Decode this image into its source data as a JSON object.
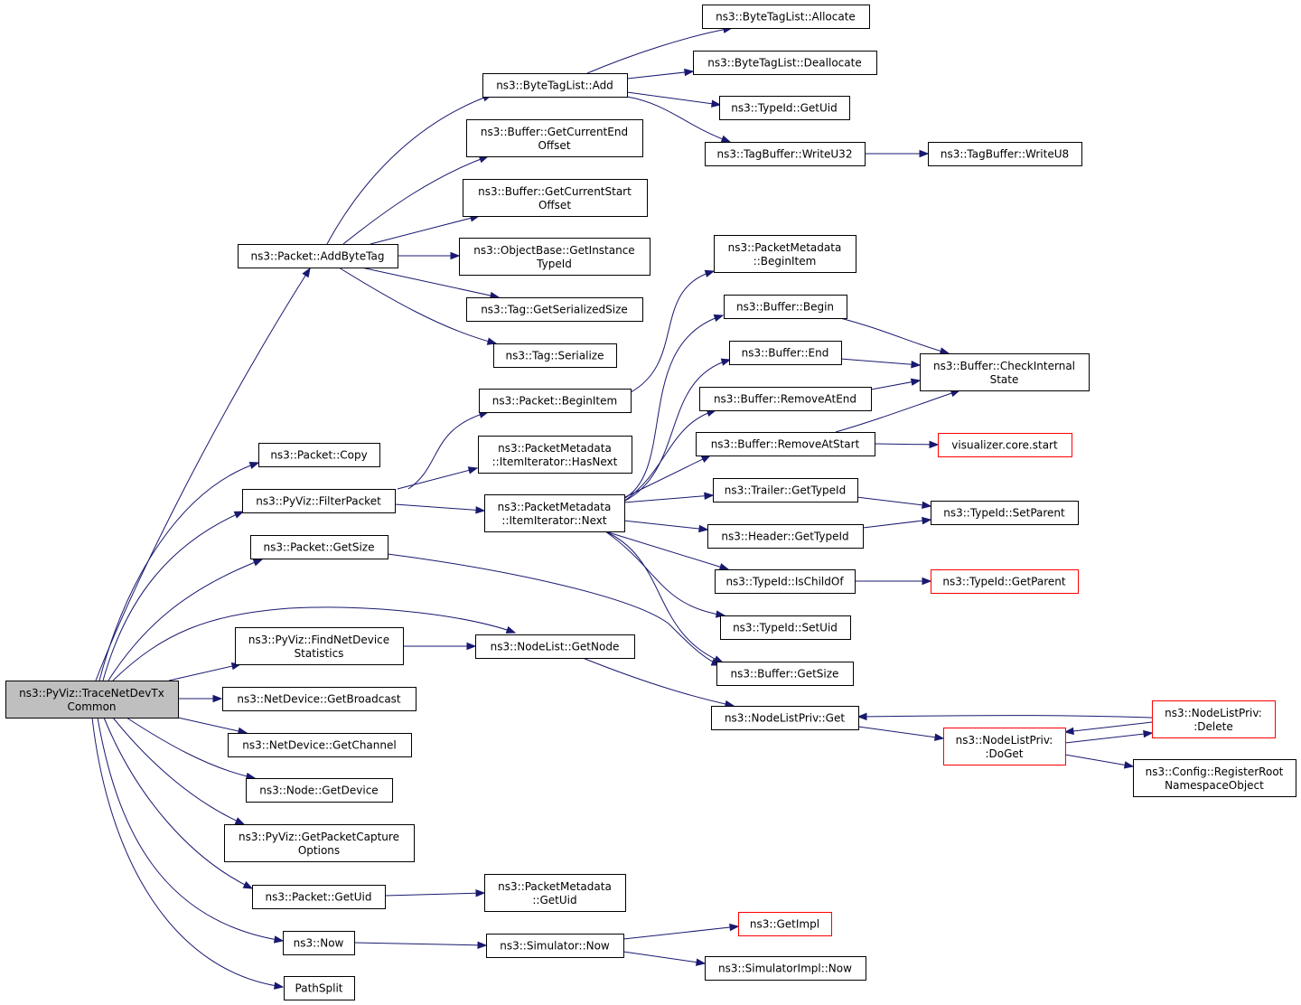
{
  "nodes": {
    "root": [
      "ns3::PyViz::TraceNetDevTx",
      "Common"
    ],
    "addbytetag": [
      "ns3::Packet::AddByteTag"
    ],
    "copy": [
      "ns3::Packet::Copy"
    ],
    "filterpacket": [
      "ns3::PyViz::FilterPacket"
    ],
    "pkt_getsize": [
      "ns3::Packet::GetSize"
    ],
    "findnetdev": [
      "ns3::PyViz::FindNetDevice",
      "Statistics"
    ],
    "getbroadcast": [
      "ns3::NetDevice::GetBroadcast"
    ],
    "getchannel": [
      "ns3::NetDevice::GetChannel"
    ],
    "getdevice": [
      "ns3::Node::GetDevice"
    ],
    "getcaptureopts": [
      "ns3::PyViz::GetPacketCapture",
      "Options"
    ],
    "pkt_getuid": [
      "ns3::Packet::GetUid"
    ],
    "now": [
      "ns3::Now"
    ],
    "pathsplit": [
      "PathSplit"
    ],
    "btl_add": [
      "ns3::ByteTagList::Add"
    ],
    "buf_curend": [
      "ns3::Buffer::GetCurrentEnd",
      "Offset"
    ],
    "buf_curstart": [
      "ns3::Buffer::GetCurrentStart",
      "Offset"
    ],
    "ob_getinstance": [
      "ns3::ObjectBase::GetInstance",
      "TypeId"
    ],
    "tag_sersize": [
      "ns3::Tag::GetSerializedSize"
    ],
    "tag_serialize": [
      "ns3::Tag::Serialize"
    ],
    "pkt_beginitem": [
      "ns3::Packet::BeginItem"
    ],
    "pm_hasnext": [
      "ns3::PacketMetadata",
      "::ItemIterator::HasNext"
    ],
    "pm_next": [
      "ns3::PacketMetadata",
      "::ItemIterator::Next"
    ],
    "nl_getnode": [
      "ns3::NodeList::GetNode"
    ],
    "pm_getuid": [
      "ns3::PacketMetadata",
      "::GetUid"
    ],
    "sim_now": [
      "ns3::Simulator::Now"
    ],
    "btl_allocate": [
      "ns3::ByteTagList::Allocate"
    ],
    "btl_deallocate": [
      "ns3::ByteTagList::Deallocate"
    ],
    "typeid_getuid": [
      "ns3::TypeId::GetUid"
    ],
    "tb_writeu32": [
      "ns3::TagBuffer::WriteU32"
    ],
    "pm_beginitem": [
      "ns3::PacketMetadata",
      "::BeginItem"
    ],
    "buf_begin": [
      "ns3::Buffer::Begin"
    ],
    "buf_end": [
      "ns3::Buffer::End"
    ],
    "buf_removeatend": [
      "ns3::Buffer::RemoveAtEnd"
    ],
    "buf_removeatstart": [
      "ns3::Buffer::RemoveAtStart"
    ],
    "trailer_gettypeid": [
      "ns3::Trailer::GetTypeId"
    ],
    "header_gettypeid": [
      "ns3::Header::GetTypeId"
    ],
    "typeid_ischildof": [
      "ns3::TypeId::IsChildOf"
    ],
    "typeid_setuid": [
      "ns3::TypeId::SetUid"
    ],
    "buf_getsize": [
      "ns3::Buffer::GetSize"
    ],
    "nlp_get": [
      "ns3::NodeListPriv::Get"
    ],
    "getimpl": [
      "ns3::GetImpl"
    ],
    "simimpl_now": [
      "ns3::SimulatorImpl::Now"
    ],
    "tb_writeu8": [
      "ns3::TagBuffer::WriteU8"
    ],
    "buf_checkinternal": [
      "ns3::Buffer::CheckInternal",
      "State"
    ],
    "viz_core_start": [
      "visualizer.core.start"
    ],
    "typeid_setparent": [
      "ns3::TypeId::SetParent"
    ],
    "typeid_getparent": [
      "ns3::TypeId::GetParent"
    ],
    "nlp_doget": [
      "ns3::NodeListPriv:",
      ":DoGet"
    ],
    "nlp_delete": [
      "ns3::NodeListPriv:",
      ":Delete"
    ],
    "config_register": [
      "ns3::Config::RegisterRoot",
      "NamespaceObject"
    ]
  },
  "edges": [
    [
      "root",
      "addbytetag"
    ],
    [
      "root",
      "copy"
    ],
    [
      "root",
      "filterpacket"
    ],
    [
      "root",
      "pkt_getsize"
    ],
    [
      "root",
      "nl_getnode"
    ],
    [
      "root",
      "findnetdev"
    ],
    [
      "root",
      "getbroadcast"
    ],
    [
      "root",
      "getchannel"
    ],
    [
      "root",
      "getdevice"
    ],
    [
      "root",
      "getcaptureopts"
    ],
    [
      "root",
      "pkt_getuid"
    ],
    [
      "root",
      "now"
    ],
    [
      "root",
      "pathsplit"
    ],
    [
      "addbytetag",
      "btl_add"
    ],
    [
      "addbytetag",
      "buf_curend"
    ],
    [
      "addbytetag",
      "buf_curstart"
    ],
    [
      "addbytetag",
      "ob_getinstance"
    ],
    [
      "addbytetag",
      "tag_sersize"
    ],
    [
      "addbytetag",
      "tag_serialize"
    ],
    [
      "btl_add",
      "btl_allocate"
    ],
    [
      "btl_add",
      "btl_deallocate"
    ],
    [
      "btl_add",
      "typeid_getuid"
    ],
    [
      "btl_add",
      "tb_writeu32"
    ],
    [
      "tb_writeu32",
      "tb_writeu8"
    ],
    [
      "filterpacket",
      "pkt_beginitem"
    ],
    [
      "filterpacket",
      "pm_hasnext"
    ],
    [
      "filterpacket",
      "pm_next"
    ],
    [
      "pkt_beginitem",
      "pm_beginitem"
    ],
    [
      "pm_next",
      "buf_begin"
    ],
    [
      "pm_next",
      "buf_end"
    ],
    [
      "pm_next",
      "buf_removeatend"
    ],
    [
      "pm_next",
      "buf_removeatstart"
    ],
    [
      "pm_next",
      "trailer_gettypeid"
    ],
    [
      "pm_next",
      "header_gettypeid"
    ],
    [
      "pm_next",
      "typeid_ischildof"
    ],
    [
      "pm_next",
      "typeid_setuid"
    ],
    [
      "pm_next",
      "buf_getsize"
    ],
    [
      "buf_begin",
      "buf_checkinternal"
    ],
    [
      "buf_end",
      "buf_checkinternal"
    ],
    [
      "buf_removeatend",
      "buf_checkinternal"
    ],
    [
      "buf_removeatstart",
      "buf_checkinternal"
    ],
    [
      "buf_removeatstart",
      "viz_core_start"
    ],
    [
      "trailer_gettypeid",
      "typeid_setparent"
    ],
    [
      "header_gettypeid",
      "typeid_setparent"
    ],
    [
      "typeid_ischildof",
      "typeid_getparent"
    ],
    [
      "pkt_getsize",
      "buf_getsize"
    ],
    [
      "findnetdev",
      "nl_getnode"
    ],
    [
      "nl_getnode",
      "nlp_get"
    ],
    [
      "nlp_get",
      "nlp_doget"
    ],
    [
      "nlp_doget",
      "nlp_delete"
    ],
    [
      "nlp_delete",
      "nlp_get"
    ],
    [
      "nlp_delete",
      "nlp_doget"
    ],
    [
      "nlp_doget",
      "config_register"
    ],
    [
      "pkt_getuid",
      "pm_getuid"
    ],
    [
      "now",
      "sim_now"
    ],
    [
      "sim_now",
      "getimpl"
    ],
    [
      "sim_now",
      "simimpl_now"
    ]
  ]
}
